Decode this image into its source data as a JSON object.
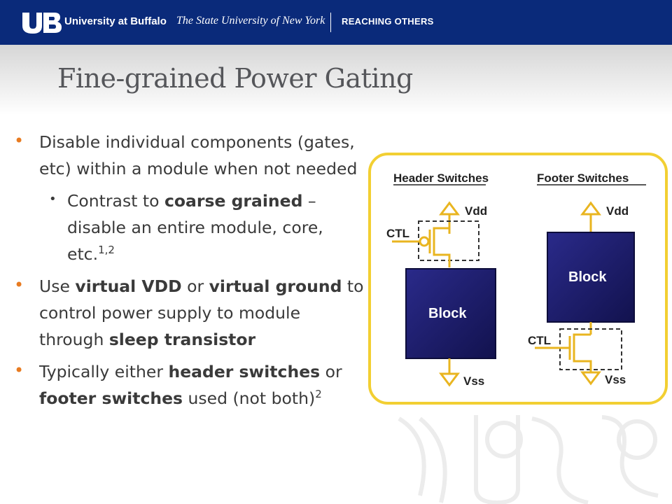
{
  "banner": {
    "logo_letters": "UB",
    "university": "University at Buffalo",
    "suny": "The State University of New York",
    "tagline": "REACHING OTHERS",
    "background_color": "#0a2a7a"
  },
  "slide": {
    "title": "Fine-grained Power Gating",
    "accent_color": "#e87b21",
    "bullets": [
      {
        "parts": [
          "Disable individual components (gates, etc) within a module when not needed"
        ],
        "sub": {
          "pre": "Contrast to ",
          "bold": "coarse grained",
          "post": " – disable an entire module, core, etc.",
          "sup": "1,2"
        }
      },
      {
        "p1": "Use ",
        "b1": "virtual VDD",
        "p2": " or ",
        "b2": "virtual ground",
        "p3": " to control power supply to module through ",
        "b3": "sleep transistor"
      },
      {
        "p1": "Typically either ",
        "b1": "header switches",
        "p2": " or ",
        "b2": "footer switches",
        "p3": " used (not both)",
        "sup": "2"
      }
    ]
  },
  "diagram": {
    "header_title": "Header Switches",
    "footer_title": "Footer Switches",
    "vdd": "Vdd",
    "vss": "Vss",
    "ctl": "CTL",
    "block": "Block",
    "border_color": "#f2cf32",
    "block_color": "#1a1a6e",
    "switch_color": "#e9b520"
  }
}
